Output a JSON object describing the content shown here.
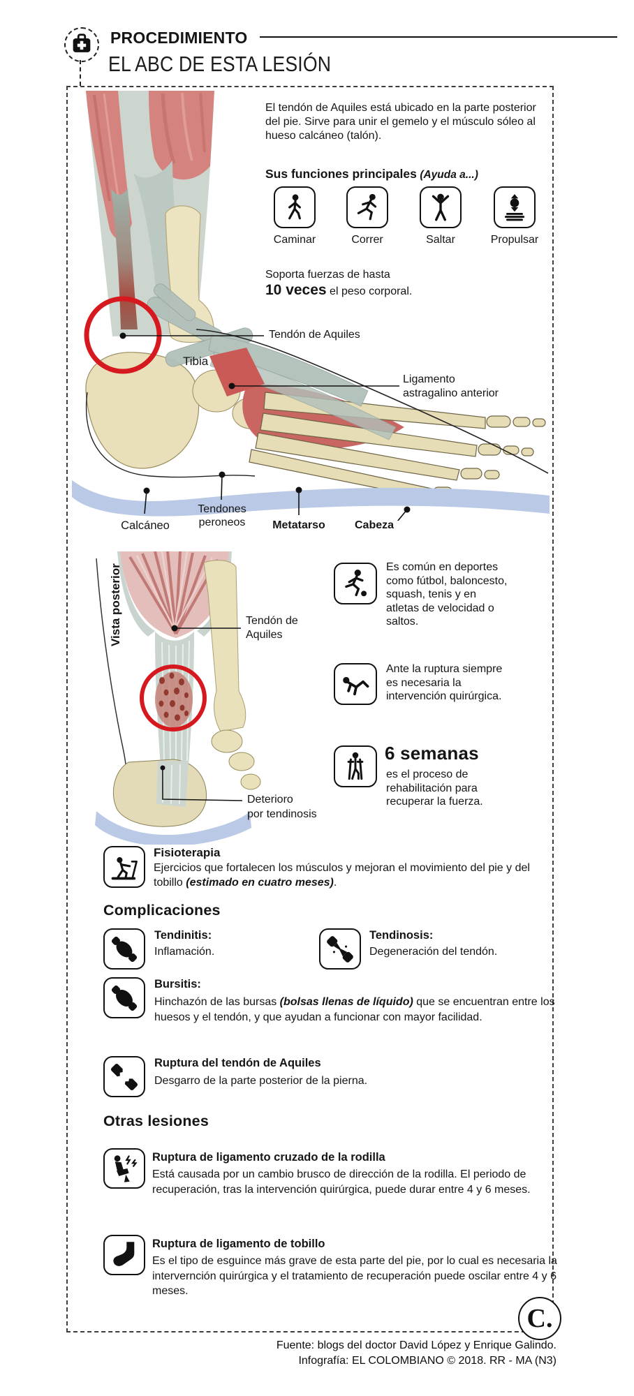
{
  "header": {
    "kicker": "PROCEDIMIENTO",
    "title": "EL ABC DE ESTA LESIÓN",
    "icon": "medkit-icon"
  },
  "intro": "El tendón de Aquiles está ubicado en la parte posterior del pie. Sirve para unir el gemelo y el músculo sóleo al hueso calcáneo (talón).",
  "functions": {
    "heading": "Sus funciones principales",
    "note": "(Ayuda a...)",
    "items": [
      {
        "label": "Caminar",
        "icon": "walk-icon"
      },
      {
        "label": "Correr",
        "icon": "run-icon"
      },
      {
        "label": "Saltar",
        "icon": "jump-icon"
      },
      {
        "label": "Propulsar",
        "icon": "propel-icon"
      }
    ]
  },
  "force": {
    "intro": "Soporta fuerzas de hasta",
    "value": "10 veces",
    "rest": " el peso corporal."
  },
  "lateral": {
    "labels": {
      "achilles": "Tendón de Aquiles",
      "tibia": "Tibia",
      "ligament_l1": "Ligamento",
      "ligament_l2": "astragalino anterior",
      "calcaneo": "Calcáneo",
      "peroneos_l1": "Tendones",
      "peroneos_l2": "peroneos",
      "metatarso": "Metatarso",
      "cabeza": "Cabeza"
    }
  },
  "posterior": {
    "side_label": "Vista posterior",
    "achilles_l1": "Tendón de",
    "achilles_l2": "Aquiles",
    "deterioro_l1": "Deterioro",
    "deterioro_l2": "por tendinosis"
  },
  "facts": [
    {
      "icon": "soccer-icon",
      "text": "Es común en deportes como fútbol, baloncesto, squash, tenis y en atletas de velocidad o saltos."
    },
    {
      "icon": "fallen-icon",
      "text": "Ante la ruptura siempre es necesaria la intervención quirúrgica."
    },
    {
      "icon": "crutches-icon",
      "value": "6 semanas",
      "text": "es el proceso de rehabilitación para recuperar la fuerza."
    }
  ],
  "fisio": {
    "icon": "treadmill-icon",
    "title": "Fisioterapia",
    "text": "Ejercicios que fortalecen los músculos y mejoran el movimiento del pie y del tobillo ",
    "note": "(estimado en cuatro meses)",
    "after": "."
  },
  "complicaciones": {
    "heading": "Complicaciones",
    "items": [
      {
        "icon": "tendinitis-icon",
        "title": "Tendinitis:",
        "text": "Inflamación."
      },
      {
        "icon": "tendinosis-icon",
        "title": "Tendinosis:",
        "text": "Degeneración del tendón."
      },
      {
        "icon": "bursitis-icon",
        "title": "Bursitis:",
        "text_before": "Hinchazón de las bursas ",
        "note": "(bolsas llenas de líquido)",
        "text_after": " que se encuentran entre los huesos y el tendón, y que ayudan a funcionar con mayor facilidad."
      },
      {
        "icon": "torn-tendon-icon",
        "title": "Ruptura del tendón de Aquiles",
        "text": "Desgarro de la parte posterior de la pierna."
      }
    ]
  },
  "otras": {
    "heading": "Otras lesiones",
    "items": [
      {
        "icon": "knee-injury-icon",
        "title": "Ruptura de ligamento cruzado de la rodilla",
        "text": "Está causada por un cambio brusco de dirección de la rodilla. El periodo de recuperación, tras la intervención quirúrgica, puede durar entre 4 y 6 meses."
      },
      {
        "icon": "ankle-foot-icon",
        "title": "Ruptura de ligamento de tobillo",
        "text": "Es el tipo de esguince más grave de esta parte del pie, por lo cual es necesaria la intervernción quirúrgica y el tratamiento de recuperación puede oscilar entre 4 y 6 meses."
      }
    ]
  },
  "footer": {
    "source": "Fuente: blogs del doctor David López y Enrique Galindo.",
    "credit": "Infografía: EL COLOMBIANO © 2018. RR - MA (N3)",
    "logo": "C."
  },
  "colors": {
    "accent_red": "#d6191f",
    "muscle_pink": "#d4837e",
    "bone_beige": "#ebe2bf",
    "tendon_gray": "#b7c4be",
    "shadow_blue": "#b9c9e6"
  }
}
